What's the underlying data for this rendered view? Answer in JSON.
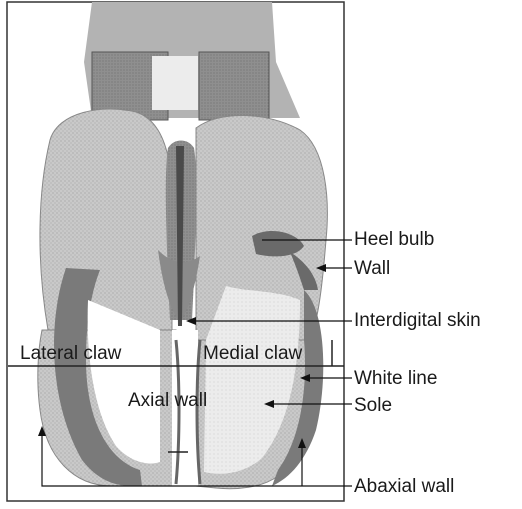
{
  "figure": {
    "labels": {
      "heel_bulb": "Heel bulb",
      "wall": "Wall",
      "interdigital_skin": "Interdigital skin",
      "lateral_claw": "Lateral claw",
      "medial_claw": "Medial claw",
      "white_line": "White line",
      "axial_wall": "Axial wall",
      "sole": "Sole",
      "abaxial_wall": "Abaxial wall"
    }
  }
}
